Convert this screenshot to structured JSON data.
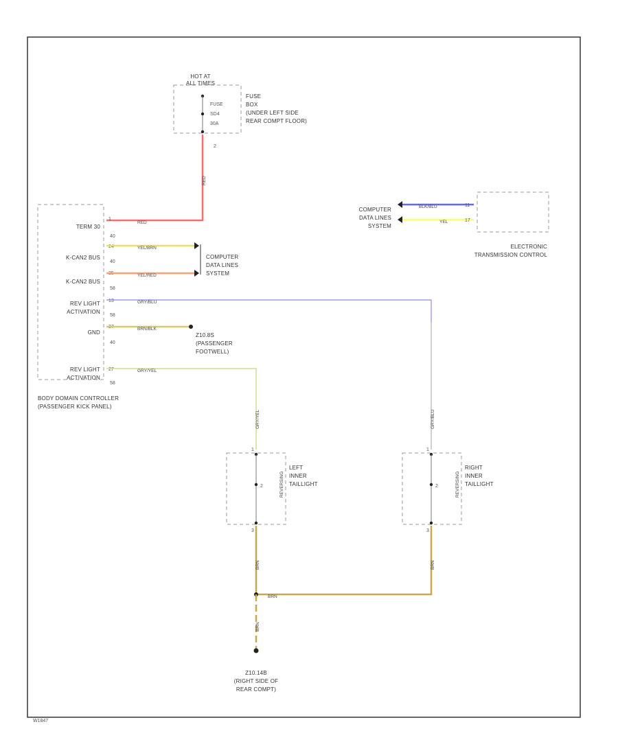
{
  "diagram": {
    "ref_code": "W1847",
    "colors": {
      "red": "#ff6b6b",
      "yellow": "#e8e060",
      "yellow_brown": "#e0c860",
      "yellow_red": "#ffa070",
      "violet": "#8888ee",
      "grey_yellow": "#c8e090",
      "brown": "#c8a848",
      "grey": "#c0c0c0",
      "blue": "#6666ff",
      "bright_yellow": "#ffff66"
    },
    "fuse": {
      "hot_label_1": "HOT AT",
      "hot_label_2": "ALL TIMES",
      "fuse_label": "FUSE",
      "fuse_number": "SD4",
      "fuse_rating": "30A",
      "pin": "2",
      "desc_1": "FUSE",
      "desc_2": "BOX",
      "desc_3": "(UNDER LEFT SIDE",
      "desc_4": "REAR COMPT FLOOR)"
    },
    "bcm": {
      "title_1": "BODY DOMAIN CONTROLLER",
      "title_2": "(PASSENGER KICK PANEL)",
      "pins": [
        {
          "label": "TERM 30",
          "pin": "1",
          "conn": "40",
          "wire": "RED"
        },
        {
          "label": "K-CAN2 BUS",
          "pin": "24",
          "conn": "40",
          "wire": "YEL/BRN"
        },
        {
          "label": "K-CAN2 BUS",
          "pin": "25",
          "conn": "58",
          "wire": "YEL/RED"
        },
        {
          "label": "REV LIGHT ACTIVATION",
          "pin": "13",
          "conn": "58",
          "wire": "GRY/BLU"
        },
        {
          "label": "GND",
          "pin": "27",
          "conn": "40",
          "wire": "BRN/BLK"
        },
        {
          "label": "REV LIGHT ACTIVATION",
          "pin": "27",
          "conn": "58",
          "wire": "GRY/YEL"
        }
      ]
    },
    "data_lines": {
      "line_1": "COMPUTER",
      "line_2": "DATA LINES",
      "line_3": "SYSTEM"
    },
    "etc": {
      "wire_1": "BLK/BLU",
      "pin_1": "11",
      "wire_2": "YEL",
      "pin_2": "17",
      "title_1": "ELECTRONIC",
      "title_2": "TRANSMISSION CONTROL"
    },
    "ground_1": {
      "name": "Z10.8S",
      "desc_1": "(PASSENGER",
      "desc_2": "FOOTWELL)"
    },
    "left_light": {
      "title_1": "LEFT",
      "title_2": "INNER",
      "title_3": "TAILLIGHT",
      "tag": "REVERSING",
      "pin_top": "1",
      "pin_mid": "2",
      "pin_bot": "3",
      "wire_in": "GRY/YEL",
      "wire_out": "BRN"
    },
    "right_light": {
      "title_1": "RIGHT",
      "title_2": "INNER",
      "title_3": "TAILLIGHT",
      "tag": "REVERSING",
      "pin_top": "1",
      "pin_mid": "2",
      "pin_bot": "3",
      "wire_in": "GRY/BLU",
      "wire_out": "BRN"
    },
    "ground_2": {
      "name": "Z10.14B",
      "desc_1": "(RIGHT SIDE OF",
      "desc_2": "REAR COMPT)",
      "wire_splice": "BRN",
      "wire_down": "BRN",
      "wire_left": "BRN",
      "wire_right": "BRN"
    },
    "red_wire_label": "RED"
  }
}
